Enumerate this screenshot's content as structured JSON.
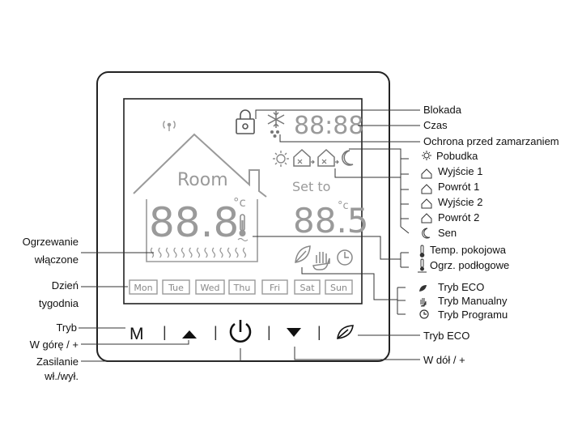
{
  "display": {
    "room_label": "Room",
    "set_label": "Set to",
    "celsius_symbol": "°c",
    "clock_digits": "88:88",
    "room_digits": "88.8",
    "set_digits": "88.5",
    "days": [
      "Mon",
      "Tue",
      "Wed",
      "Thu",
      "Fri",
      "Sat",
      "Sun"
    ]
  },
  "buttons": {
    "mode": "M",
    "separator": "|"
  },
  "labels_left": {
    "heating_line1": "Ogrzewanie",
    "heating_line2": "włączone",
    "day_line1": "Dzień",
    "day_line2": "tygodnia",
    "mode": "Tryb",
    "up": "W górę / +",
    "power_line1": "Zasilanie",
    "power_line2": "wł./wył."
  },
  "labels_right": {
    "lock": "Blokada",
    "time": "Czas",
    "frost": "Ochrona przed zamarzaniem",
    "wake": "Pobudka",
    "leave1": "Wyjście 1",
    "return1": "Powrót 1",
    "leave2": "Wyjście 2",
    "return2": "Powrót 2",
    "sleep": "Sen",
    "room_temp": "Temp. pokojowa",
    "floor_heat": "Ogrz. podłogowe",
    "eco_mode": "Tryb ECO",
    "manual_mode": "Tryb Manualny",
    "program_mode": "Tryb Programu",
    "eco_button": "Tryb ECO",
    "down": "W dół / +"
  }
}
